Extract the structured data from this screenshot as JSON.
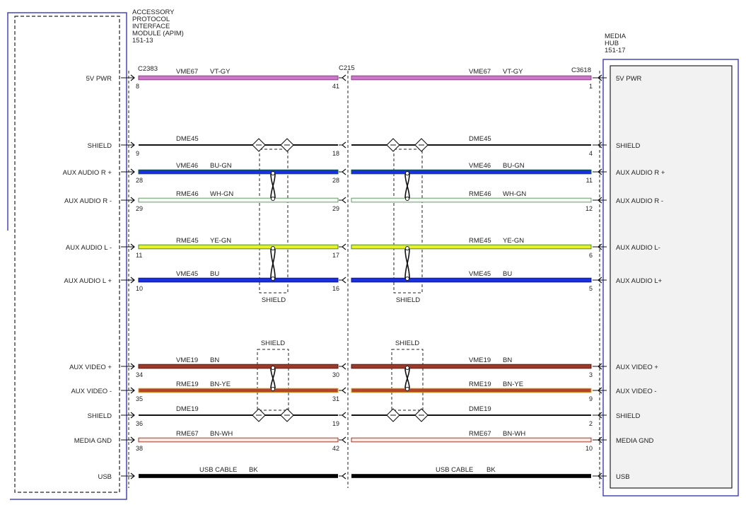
{
  "modules": {
    "left": {
      "name_lines": [
        "ACCESSORY",
        "PROTOCOL",
        "INTERFACE",
        "MODULE (APIM)",
        "151-13"
      ]
    },
    "right": {
      "name_lines": [
        "MEDIA",
        "HUB",
        "151-17"
      ]
    }
  },
  "connectors": {
    "left": "C2383",
    "middle": "C215",
    "right": "C3618"
  },
  "shield_label": "SHIELD",
  "signals": [
    {
      "left_label": "5V PWR",
      "right_label": "5V PWR",
      "left_pin": "8",
      "mid_pin": "41",
      "right_pin": "1",
      "left_circuit": "VME67",
      "left_color": "VT-GY",
      "right_circuit": "VME67",
      "right_color": "VT-GY",
      "wire_color": "#cc77c8",
      "wire_edge": "#8b3f86",
      "style": "wire"
    },
    {
      "left_label": "SHIELD",
      "right_label": "SHIELD",
      "left_pin": "9",
      "mid_pin": "18",
      "right_pin": "4",
      "left_circuit": "DME45",
      "left_color": "",
      "right_circuit": "DME45",
      "right_color": "",
      "wire_color": "#111111",
      "wire_edge": "#111111",
      "style": "drain"
    },
    {
      "left_label": "AUX AUDIO R +",
      "right_label": "AUX AUDIO R +",
      "left_pin": "28",
      "mid_pin": "28",
      "right_pin": "11",
      "left_circuit": "VME46",
      "left_color": "BU-GN",
      "right_circuit": "VME46",
      "right_color": "BU-GN",
      "wire_color": "#1a2fe0",
      "wire_edge": "#0b5e2a",
      "style": "wire"
    },
    {
      "left_label": "AUX AUDIO R -",
      "right_label": "AUX AUDIO R -",
      "left_pin": "29",
      "mid_pin": "29",
      "right_pin": "12",
      "left_circuit": "RME46",
      "left_color": "WH-GN",
      "right_circuit": "RME46",
      "right_color": "WH-GN",
      "wire_color": "#f4faf4",
      "wire_edge": "#6a9a6a",
      "style": "wire"
    },
    {
      "left_label": "AUX AUDIO L -",
      "right_label": "AUX AUDIO L-",
      "left_pin": "11",
      "mid_pin": "17",
      "right_pin": "6",
      "left_circuit": "RME45",
      "left_color": "YE-GN",
      "right_circuit": "RME45",
      "right_color": "YE-GN",
      "wire_color": "#e8f02a",
      "wire_edge": "#4b8a2b",
      "style": "wire"
    },
    {
      "left_label": "AUX AUDIO L +",
      "right_label": "AUX AUDIO L+",
      "left_pin": "10",
      "mid_pin": "16",
      "right_pin": "5",
      "left_circuit": "VME45",
      "left_color": "BU",
      "right_circuit": "VME45",
      "right_color": "BU",
      "wire_color": "#1a2fe0",
      "wire_edge": "#0c1a8a",
      "style": "wire"
    },
    {
      "left_label": "AUX VIDEO +",
      "right_label": "AUX VIDEO +",
      "left_pin": "34",
      "mid_pin": "30",
      "right_pin": "3",
      "left_circuit": "VME19",
      "left_color": "BN",
      "right_circuit": "VME19",
      "right_color": "BN",
      "wire_color": "#9a3a2a",
      "wire_edge": "#5a1a10",
      "style": "wire"
    },
    {
      "left_label": "AUX VIDEO -",
      "right_label": "AUX VIDEO -",
      "left_pin": "35",
      "mid_pin": "31",
      "right_pin": "9",
      "left_circuit": "RME19",
      "left_color": "BN-YE",
      "right_circuit": "RME19",
      "right_color": "BN-YE",
      "wire_color": "#b0452c",
      "wire_edge": "#d8a020",
      "style": "wire"
    },
    {
      "left_label": "SHIELD",
      "right_label": "SHIELD",
      "left_pin": "36",
      "mid_pin": "19",
      "right_pin": "2",
      "left_circuit": "DME19",
      "left_color": "",
      "right_circuit": "DME19",
      "right_color": "",
      "wire_color": "#111111",
      "wire_edge": "#111111",
      "style": "drain"
    },
    {
      "left_label": "MEDIA GND",
      "right_label": "MEDIA GND",
      "left_pin": "38",
      "mid_pin": "42",
      "right_pin": "10",
      "left_circuit": "RME67",
      "left_color": "BN-WH",
      "right_circuit": "RME67",
      "right_color": "BN-WH",
      "wire_color": "#fbe7e2",
      "wire_edge": "#9a3a2a",
      "style": "wire"
    },
    {
      "left_label": "USB",
      "right_label": "USB",
      "left_pin": "",
      "mid_pin": "",
      "right_pin": "",
      "left_circuit": "USB CABLE",
      "left_color": "BK",
      "right_circuit": "USB CABLE",
      "right_color": "BK",
      "wire_color": "#000000",
      "wire_edge": "#000000",
      "style": "cable"
    }
  ]
}
